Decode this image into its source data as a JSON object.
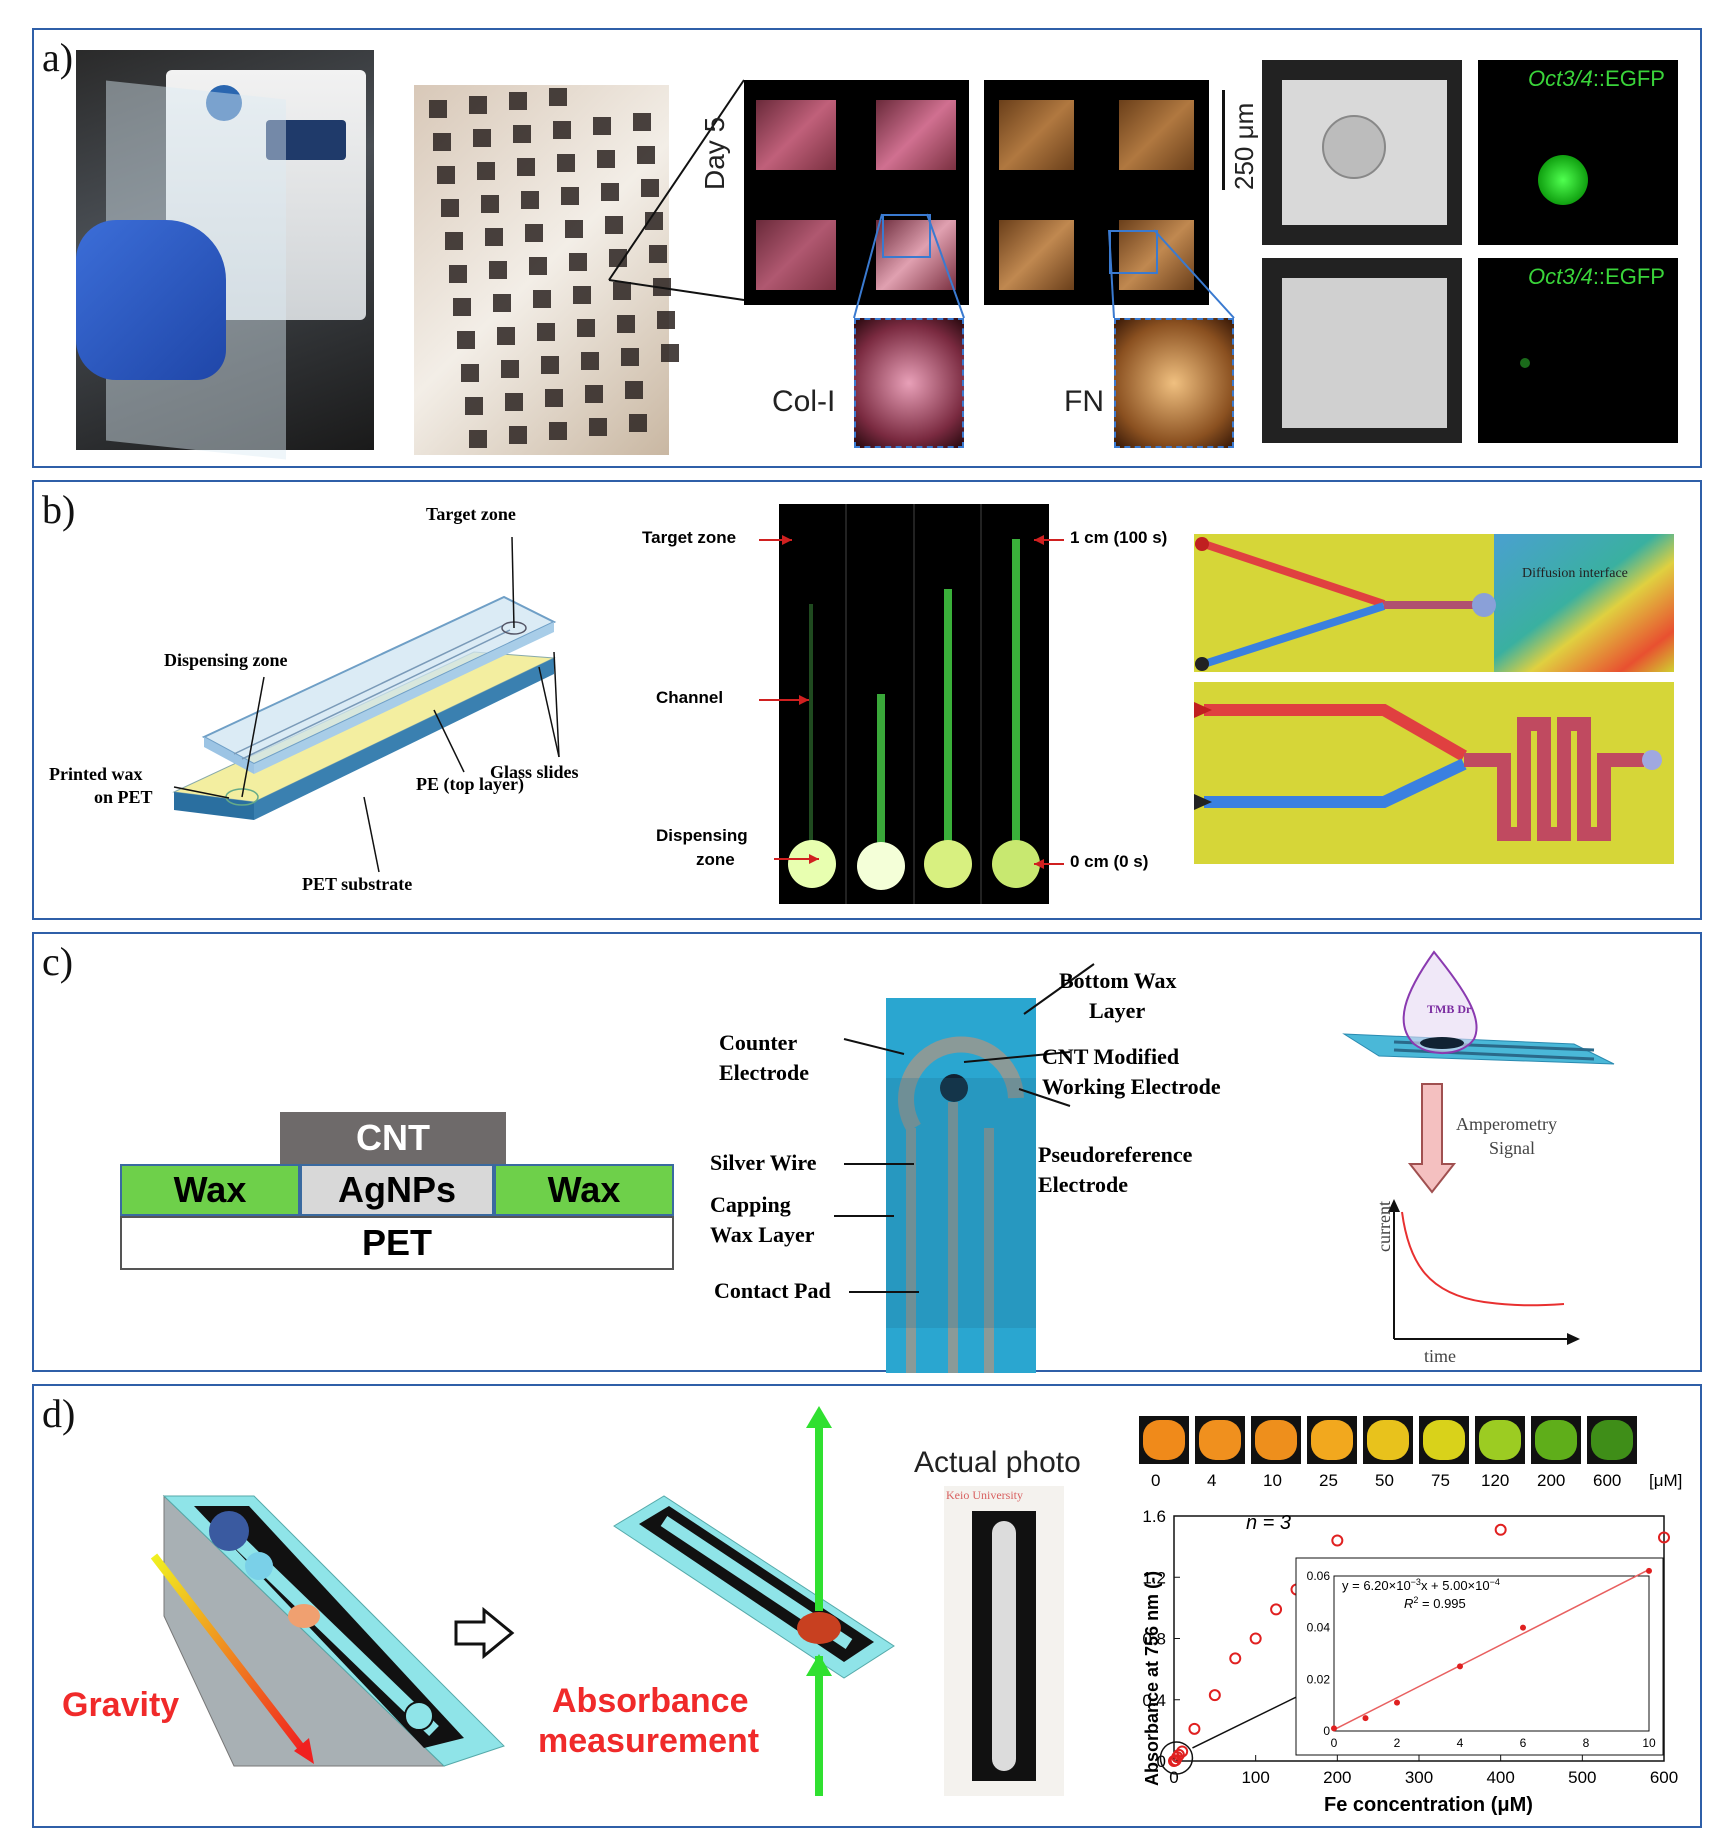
{
  "panels": {
    "a": {
      "label": "a)",
      "scale_bar": "250 μm",
      "day_label": "Day 5",
      "col_label": "Col-I",
      "fn_label": "FN",
      "gfp_label_italic": "Oct3/4",
      "gfp_label_suffix": "::EGFP"
    },
    "b": {
      "label": "b)",
      "schematic": {
        "target_zone": "Target zone",
        "dispensing_zone": "Dispensing zone",
        "printed_wax": "Printed wax",
        "on_pet": "on PET",
        "glass_slides": "Glass slides",
        "pe_top": "PE (top layer)",
        "pet_substrate": "PET substrate"
      },
      "fluor": {
        "target_zone": "Target zone",
        "channel": "Channel",
        "dispensing": "Dispensing",
        "zone": "zone",
        "top_marker": "1 cm (100 s)",
        "bottom_marker": "0 cm (0 s)"
      },
      "diffusion_label": "Diffusion interface"
    },
    "c": {
      "label": "c)",
      "layers": {
        "cnt": "CNT",
        "wax_left": "Wax",
        "agnps": "AgNPs",
        "wax_right": "Wax",
        "pet": "PET"
      },
      "electrode": {
        "bottom_wax_1": "Bottom Wax",
        "bottom_wax_2": "Layer",
        "counter_1": "Counter",
        "counter_2": "Electrode",
        "cnt_mod_1": "CNT Modified",
        "cnt_mod_2": "Working Electrode",
        "pseudo_1": "Pseudoreference",
        "pseudo_2": "Electrode",
        "silver_wire": "Silver Wire",
        "capping_1": "Capping",
        "capping_2": "Wax Layer",
        "contact_pad": "Contact Pad"
      },
      "amperometry": {
        "drop_label": "TMB Dr",
        "signal_1": "Amperometry",
        "signal_2": "Signal",
        "ylabel": "current",
        "xlabel": "time"
      }
    },
    "d": {
      "label": "d)",
      "gravity": "Gravity",
      "absorbance_1": "Absorbance",
      "absorbance_2": "measurement",
      "actual_photo": "Actual photo",
      "photo_text": "Keio University",
      "conc_labels": [
        "0",
        "4",
        "10",
        "25",
        "50",
        "75",
        "120",
        "200",
        "600",
        "[μM]"
      ],
      "swatch_colors": [
        "#f08a1a",
        "#f0901e",
        "#ee8f1c",
        "#f2a81e",
        "#e8c21c",
        "#d9d21a",
        "#9ccc22",
        "#5fae1a",
        "#3f8e18"
      ]
    }
  },
  "chart_data": {
    "type": "scatter",
    "xlabel": "Fe concentration (μM)",
    "ylabel": "Absorbance at 756 nm (-)",
    "annotation": "n = 3",
    "xlim": [
      0,
      600
    ],
    "ylim": [
      0,
      1.6
    ],
    "xticks": [
      0,
      100,
      200,
      300,
      400,
      500,
      600
    ],
    "yticks": [
      0,
      0.4,
      0.8,
      1.2,
      1.6
    ],
    "points": [
      {
        "x": 0,
        "y": 0.0
      },
      {
        "x": 2,
        "y": 0.005
      },
      {
        "x": 4,
        "y": 0.025
      },
      {
        "x": 6,
        "y": 0.04
      },
      {
        "x": 10,
        "y": 0.062
      },
      {
        "x": 25,
        "y": 0.21
      },
      {
        "x": 50,
        "y": 0.43
      },
      {
        "x": 75,
        "y": 0.67
      },
      {
        "x": 100,
        "y": 0.8
      },
      {
        "x": 125,
        "y": 0.99
      },
      {
        "x": 150,
        "y": 1.12
      },
      {
        "x": 175,
        "y": 1.23
      },
      {
        "x": 200,
        "y": 1.44
      },
      {
        "x": 400,
        "y": 1.51
      },
      {
        "x": 600,
        "y": 1.46
      }
    ],
    "inset": {
      "equation_prefix": "y = 6.20×10",
      "equation_exp1": "−3",
      "equation_mid": "x + 5.00×10",
      "equation_exp2": "−4",
      "r2_label": "R",
      "r2_value": "= 0.995",
      "xlim": [
        0,
        10
      ],
      "ylim": [
        0,
        0.06
      ],
      "xticks": [
        0,
        2,
        4,
        6,
        8,
        10
      ],
      "yticks": [
        0,
        0.02,
        0.04,
        0.06
      ],
      "points": [
        {
          "x": 0,
          "y": 0.001
        },
        {
          "x": 1,
          "y": 0.005
        },
        {
          "x": 2,
          "y": 0.011
        },
        {
          "x": 4,
          "y": 0.025
        },
        {
          "x": 6,
          "y": 0.04
        },
        {
          "x": 10,
          "y": 0.062
        }
      ],
      "fit": {
        "slope": 0.0062,
        "intercept": 0.0005
      }
    },
    "colors": {
      "marker": "#e02020",
      "fit": "#e86060"
    }
  }
}
